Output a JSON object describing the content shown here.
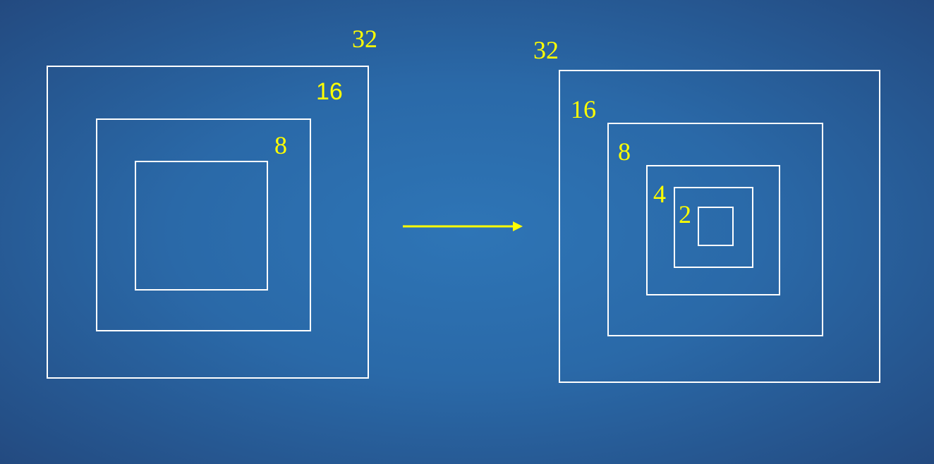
{
  "colors": {
    "background": "#2e75b6",
    "box_outline": "#ffffff",
    "label": "#ffff00",
    "arrow": "#ffff00"
  },
  "left_diagram": {
    "labels": {
      "outer": "32",
      "middle": "16",
      "inner": "8"
    }
  },
  "right_diagram": {
    "labels": {
      "size_32": "32",
      "size_16": "16",
      "size_8": "8",
      "size_4": "4",
      "size_2": "2"
    }
  },
  "arrow_icon": "right-arrow-icon"
}
